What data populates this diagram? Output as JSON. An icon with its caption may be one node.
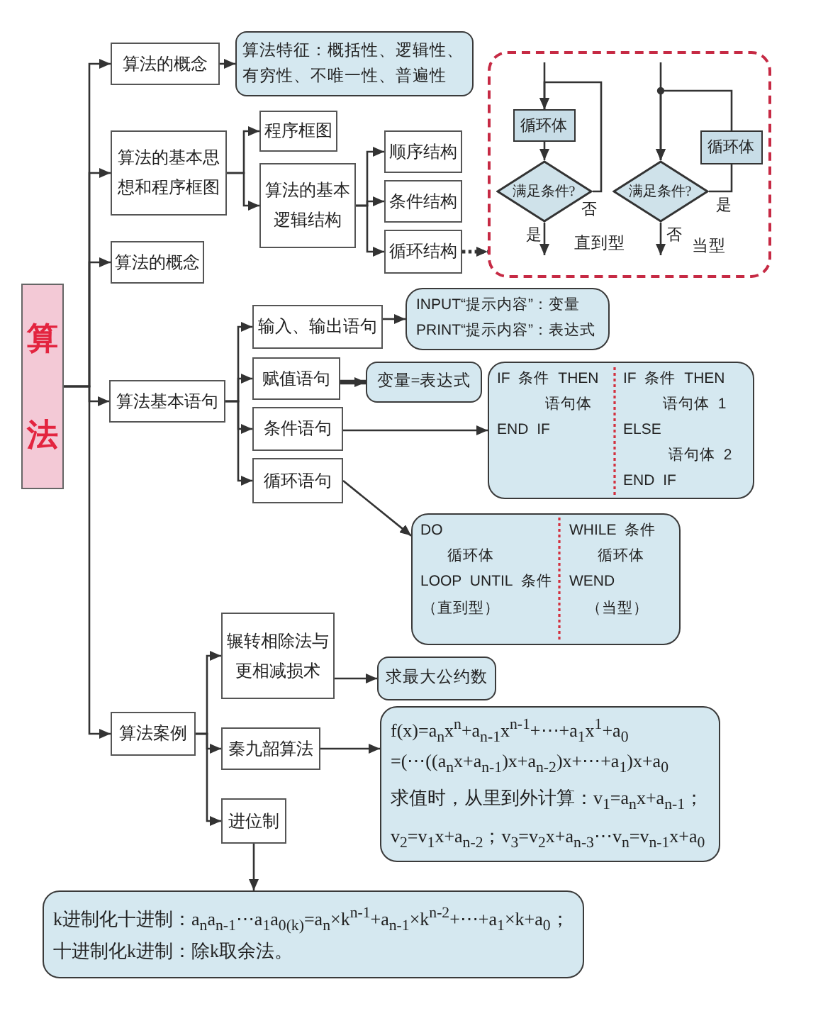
{
  "diagram": {
    "nodes": [
      {
        "text": [
          "算法"
        ]
      },
      {
        "text": [
          "算法的概念"
        ]
      },
      {
        "text": [
          "算法特征：概括性、逻辑性、有穷性、不唯一性、普遍性"
        ]
      },
      {
        "text": [
          "算法的基本思想和程序框图"
        ]
      },
      {
        "text": [
          "程序框图"
        ]
      },
      {
        "text": [
          "算法的基本逻辑结构"
        ]
      },
      {
        "text": [
          "顺序结构"
        ]
      },
      {
        "text": [
          "条件结构"
        ]
      },
      {
        "text": [
          "循环结构"
        ]
      },
      {
        "text": [],
        "shape": "box"
      },
      {
        "text": [
          "循环体"
        ],
        "in": 9
      },
      {
        "text": [
          "满足条件?"
        ],
        "in": 9
      },
      {
        "text": [
          "满足条件?"
        ],
        "in": 9
      },
      {
        "text": [
          "循环体"
        ],
        "in": 9
      },
      {
        "text": [
          "算法的概念"
        ]
      },
      {
        "text": [
          "算法基本语句"
        ]
      },
      {
        "text": [
          "输入、输出语句"
        ]
      },
      {
        "text": [
          "INPUT“提示内容”：变量",
          "PRINT“提示内容”：表达式"
        ]
      },
      {
        "text": [
          "赋值语句"
        ]
      },
      {
        "text": [
          "变量=表达式"
        ]
      },
      {
        "text": [
          "条件语句"
        ]
      },
      {
        "text": [
          "IF 条件 THEN",
          "语句体",
          "END IF",
          "IF 条件 THEN",
          "语句体 1",
          "ELSE",
          "语句体 2",
          "END IF"
        ]
      },
      {
        "text": [
          "循环语句"
        ]
      },
      {
        "text": [
          "DO",
          "循环体",
          "LOOP UNTIL 条件",
          "（直到型）",
          "WHILE 条件",
          "循环体",
          "WEND",
          "（当型）"
        ]
      },
      {
        "text": [
          "算法案例"
        ]
      },
      {
        "text": [
          "辗转相除法与更相减损术"
        ]
      },
      {
        "text": [
          "求最大公约数"
        ]
      },
      {
        "text": [
          "秦九韶算法"
        ]
      },
      {
        "text": [
          "f(x)=a$_{n}$x$^{n}$+a$_{n-1}$x$^{n-1}$+⋯+a$_{1}$x$^{1}$+a$_{0}$",
          "=(⋯((a$_{n}$x+a$_{n-1}$)x+a$_{n-2}$)x+⋯+a$_{1}$)x+a$_{0}$",
          "求值时，从里到外计算：v$_{1}$=a$_{n}$x+a$_{n-1}$；",
          "v$_{2}$=v$_{1}$x+a$_{n-2}$；v$_{3}$=v$_{2}$x+a$_{n-3}$⋯v$_{n}$=v$_{n-1}$x+a$_{0}$"
        ]
      },
      {
        "text": [
          "进位制"
        ]
      },
      {
        "text": [
          "k进制化十进制：a$_{n}$a$_{n-1}$⋯a$_{1}$a$_{0(k)}$=a$_{n}$×k$^{n-1}$+a$_{n-1}$×k$^{n-2}$+⋯+a$_{1}$×k+a$_{0}$；",
          "十进制化k进制：除k取余法。"
        ]
      }
    ],
    "edges": [
      {
        "from": 0,
        "to": 1,
        "arrow": "to"
      },
      {
        "from": 0,
        "to": 3,
        "arrow": "to"
      },
      {
        "from": 0,
        "to": 14,
        "arrow": "to"
      },
      {
        "from": 0,
        "to": 15,
        "arrow": "to"
      },
      {
        "from": 0,
        "to": 24,
        "arrow": "to"
      },
      {
        "from": 1,
        "to": 2,
        "arrow": "to"
      },
      {
        "from": 3,
        "to": 4,
        "arrow": "to"
      },
      {
        "from": 3,
        "to": 5,
        "arrow": "to"
      },
      {
        "from": 5,
        "to": 6,
        "arrow": "to"
      },
      {
        "from": 5,
        "to": 7,
        "arrow": "to"
      },
      {
        "from": 5,
        "to": 8,
        "arrow": "to"
      },
      {
        "from": 8,
        "to": 9,
        "arrow": "to",
        "style": "dashed"
      },
      {
        "from": null,
        "to": 10,
        "arrow": "to"
      },
      {
        "from": 10,
        "to": 11,
        "arrow": "to"
      },
      {
        "from": 11,
        "to": 10,
        "arrow": "to",
        "label": "否"
      },
      {
        "from": 11,
        "to": null,
        "arrow": "to",
        "label": "是"
      },
      {
        "from": null,
        "to": 12,
        "arrow": "to"
      },
      {
        "from": 12,
        "to": 13,
        "arrow": "none",
        "label": "是"
      },
      {
        "from": 13,
        "to": 12,
        "arrow": "to"
      },
      {
        "from": 12,
        "to": null,
        "arrow": "to",
        "label": "否"
      },
      {
        "from": 15,
        "to": 16,
        "arrow": "to"
      },
      {
        "from": 15,
        "to": 18,
        "arrow": "to"
      },
      {
        "from": 15,
        "to": 20,
        "arrow": "to"
      },
      {
        "from": 15,
        "to": 22,
        "arrow": "to"
      },
      {
        "from": 16,
        "to": 17,
        "arrow": "to"
      },
      {
        "from": 18,
        "to": 19,
        "arrow": "to",
        "style": "thick"
      },
      {
        "from": 20,
        "to": 21,
        "arrow": "to"
      },
      {
        "from": 22,
        "to": 23,
        "arrow": "to"
      },
      {
        "from": 24,
        "to": 25,
        "arrow": "to"
      },
      {
        "from": 24,
        "to": 27,
        "arrow": "to"
      },
      {
        "from": 24,
        "to": 29,
        "arrow": "to"
      },
      {
        "from": 25,
        "to": 26,
        "arrow": "to"
      },
      {
        "from": 27,
        "to": 28,
        "arrow": "to"
      },
      {
        "from": 29,
        "to": 30,
        "arrow": "to"
      }
    ],
    "labels": [
      "直到型",
      "当型"
    ]
  }
}
